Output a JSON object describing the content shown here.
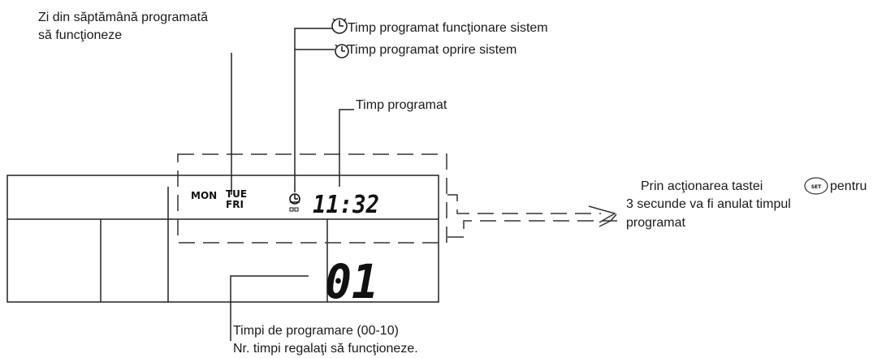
{
  "labels": {
    "day_programmed_line1": "Zi din săptămână programată",
    "day_programmed_line2": "să funcţioneze",
    "on_time": "Timp programat funcţionare sistem",
    "off_time": "Timp programat oprire sistem",
    "programmed_time": "Timp programat",
    "cancel_line1_a": "Prin acţionarea tastei",
    "cancel_line1_b": "pentru",
    "cancel_line2": "3 secunde va fi anulat timpul",
    "cancel_line3": "programat",
    "count_line1": "Timpi de programare (00-10)",
    "count_line2": "Nr. timpi regalaţi să funcţioneze."
  },
  "display": {
    "day_mon": "MON",
    "day_tue": "TUE",
    "day_fri": "FRI",
    "time": "11:32",
    "count": "01",
    "set_key": "SET"
  }
}
